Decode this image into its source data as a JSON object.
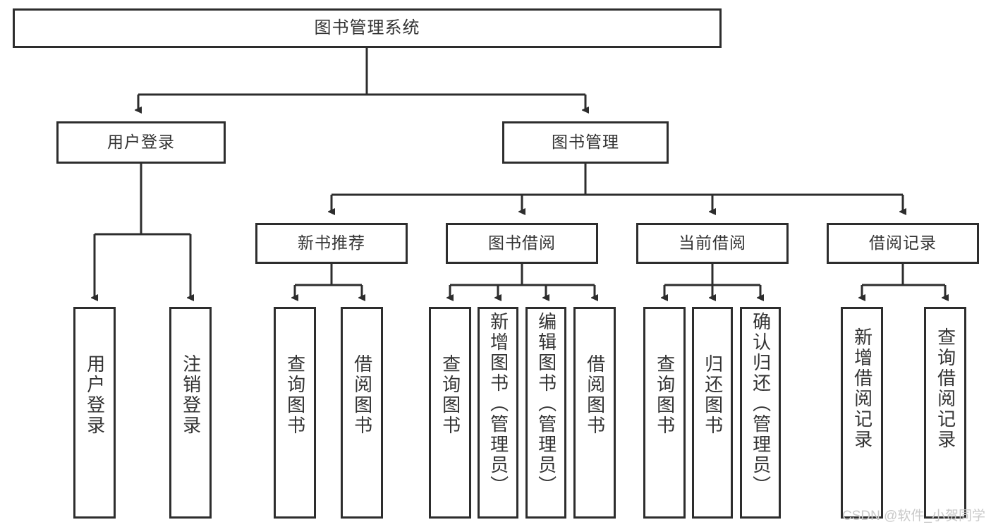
{
  "diagram": {
    "title": "图书管理系统",
    "type": "tree-hierarchy",
    "root": {
      "label": "图书管理系统"
    },
    "level1": [
      {
        "label": "用户登录"
      },
      {
        "label": "图书管理"
      }
    ],
    "level2": [
      {
        "label": "新书推荐",
        "parent": "图书管理"
      },
      {
        "label": "图书借阅",
        "parent": "图书管理"
      },
      {
        "label": "当前借阅",
        "parent": "图书管理"
      },
      {
        "label": "借阅记录",
        "parent": "图书管理"
      }
    ],
    "leaves": [
      {
        "label": "用户登录",
        "parent": "用户登录"
      },
      {
        "label": "注销登录",
        "parent": "用户登录"
      },
      {
        "label": "查询图书",
        "parent": "新书推荐"
      },
      {
        "label": "借阅图书",
        "parent": "新书推荐"
      },
      {
        "label": "查询图书",
        "parent": "图书借阅"
      },
      {
        "label": "新增图书（管理员）",
        "parent": "图书借阅"
      },
      {
        "label": "编辑图书（管理员）",
        "parent": "图书借阅"
      },
      {
        "label": "借阅图书",
        "parent": "图书借阅"
      },
      {
        "label": "查询图书",
        "parent": "当前借阅"
      },
      {
        "label": "归还图书",
        "parent": "当前借阅"
      },
      {
        "label": "确认归还（管理员）",
        "parent": "当前借阅"
      },
      {
        "label": "新增借阅记录",
        "parent": "借阅记录"
      },
      {
        "label": "查询借阅记录",
        "parent": "借阅记录"
      }
    ]
  },
  "colors": {
    "border": "#2d2d2d",
    "text": "#333333",
    "background": "#ffffff",
    "watermark": "#c9c9c9"
  },
  "watermark": {
    "text": "CSDN @软件_小贺同学"
  }
}
